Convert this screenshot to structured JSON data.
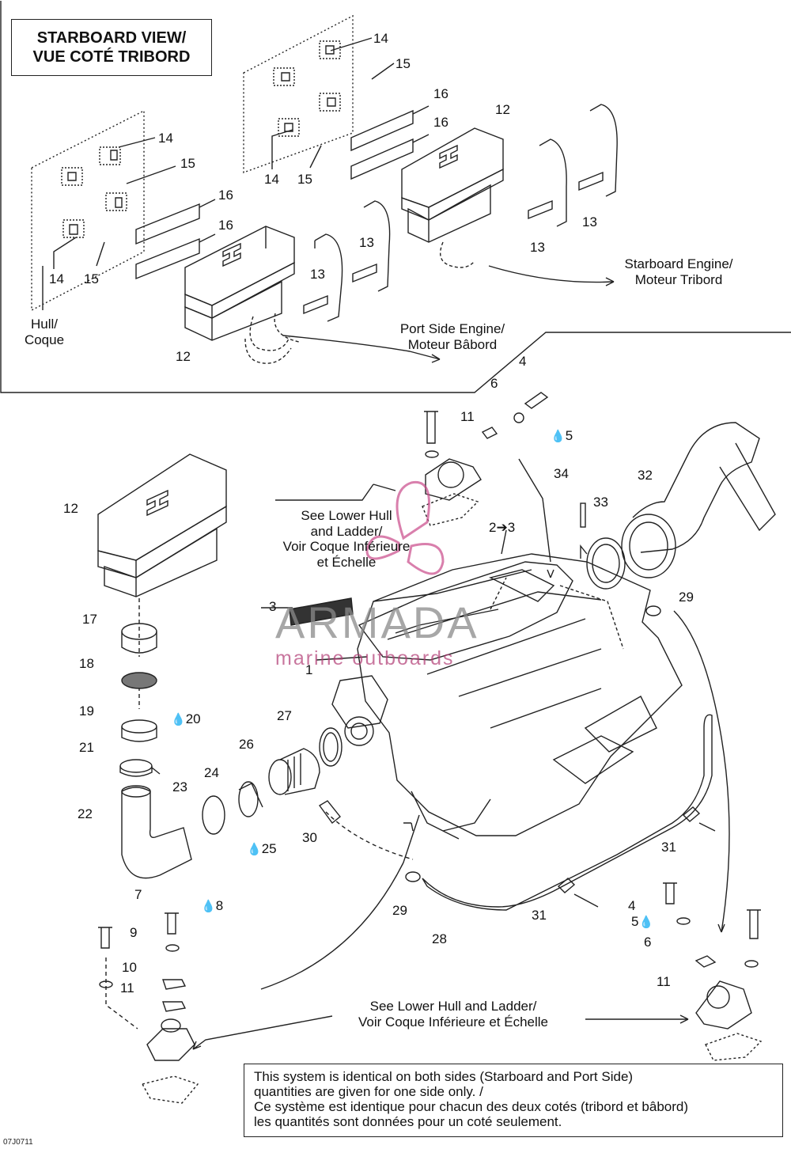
{
  "title": {
    "line1": "STARBOARD VIEW/",
    "line2": "VUE COTÉ TRIBORD"
  },
  "labels": {
    "hull": "Hull/\nCoque",
    "port_engine": "Port Side Engine/\nMoteur Bâbord",
    "starboard_engine": "Starboard Engine/\nMoteur Tribord",
    "see_lower_hull_top": "See Lower Hull\nand Ladder/\nVoir Coque Inférieure\net Échelle",
    "see_lower_hull_bottom": "See Lower Hull and Ladder/\nVoir Coque Inférieure et Échelle"
  },
  "callouts": {
    "c14a": "14",
    "c15a": "15",
    "c14b": "14",
    "c15b": "15",
    "c16a": "16",
    "c16b": "16",
    "c12a": "12",
    "c14c": "14",
    "c15c": "15",
    "c14d": "14",
    "c15d": "15",
    "c16c": "16",
    "c16d": "16",
    "c12b": "12",
    "c13a": "13",
    "c13b": "13",
    "c13c": "13",
    "c13d": "13",
    "c4a": "4",
    "c6a": "6",
    "c11a": "11",
    "c5a": "5",
    "c34": "34",
    "c33": "33",
    "c32": "32",
    "c2to3": "2➔3",
    "c12c": "12",
    "c3": "3",
    "c1": "1",
    "c29a": "29",
    "c17": "17",
    "c18": "18",
    "c19": "19",
    "c20": "20",
    "c21": "21",
    "c22": "22",
    "c23": "23",
    "c24": "24",
    "c25": "25",
    "c26": "26",
    "c27": "27",
    "c30": "30",
    "c31a": "31",
    "c29b": "29",
    "c31b": "31",
    "c28": "28",
    "c7": "7",
    "c8": "8",
    "c9": "9",
    "c10": "10",
    "c11b": "11",
    "c4b": "4",
    "c5b": "5",
    "c6b": "6",
    "c11c": "11"
  },
  "note": {
    "line1": "This system is identical on both sides (Starboard and Port Side)",
    "line2": "quantities are given for one side only. /",
    "line3": "Ce système est identique pour chacun des deux cotés (tribord et bâbord)",
    "line4": "les quantités sont données pour un coté seulement."
  },
  "watermark": {
    "brand": "ARMADA",
    "tagline": "marine outboards"
  },
  "drawing_code": "07J0711",
  "colors": {
    "line": "#222222",
    "watermark_pink": "#c94a8a",
    "watermark_gray": "#8a8a8a"
  },
  "icons": {
    "sealant": "drop-icon"
  }
}
